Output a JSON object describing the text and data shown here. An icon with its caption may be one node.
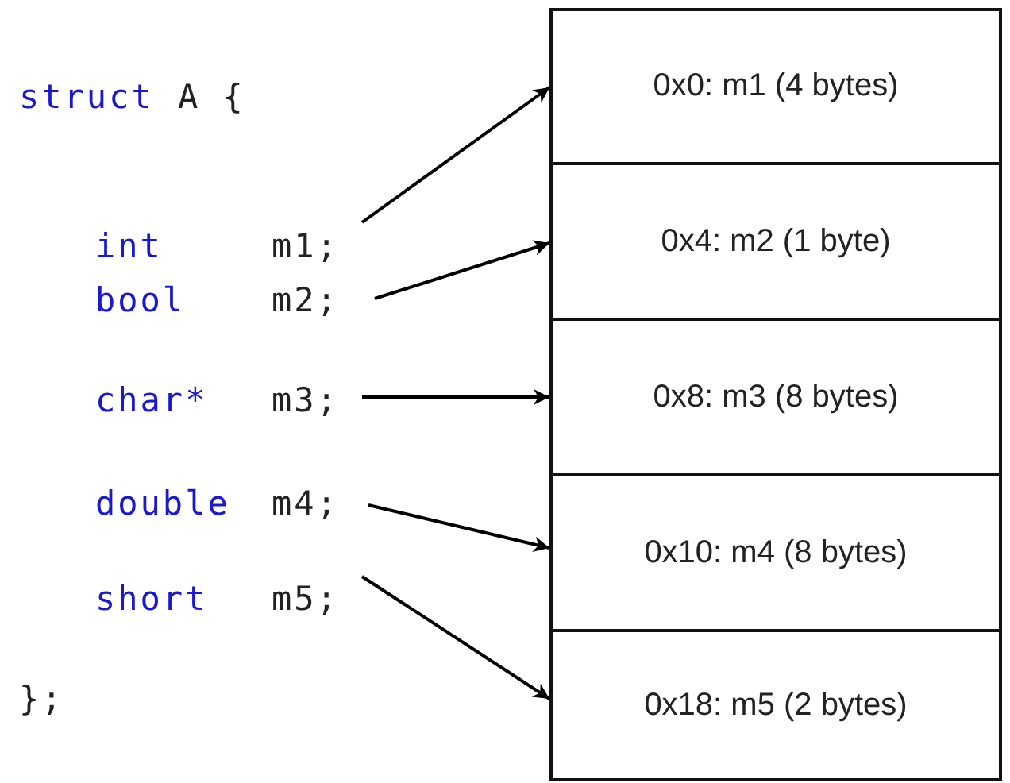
{
  "diagram": {
    "nodes": [
      {
        "text": [
          "int",
          "m1;"
        ]
      },
      {
        "text": [
          "bool",
          "m2;"
        ]
      },
      {
        "text": [
          "char*",
          "m3;"
        ]
      },
      {
        "text": [
          "double",
          "m4;"
        ]
      },
      {
        "text": [
          "short",
          "m5;"
        ]
      },
      {
        "text": [
          "0x0: m1 (4 bytes)"
        ]
      },
      {
        "text": [
          "0x4: m2 (1 byte)"
        ]
      },
      {
        "text": [
          "0x8: m3 (8 bytes)"
        ]
      },
      {
        "text": [
          "0x10: m4 (8 bytes)"
        ]
      },
      {
        "text": [
          "0x18: m5 (2 bytes)"
        ]
      }
    ],
    "edges": [
      {
        "from": 0,
        "to": 5,
        "arrow": "to"
      },
      {
        "from": 1,
        "to": 6,
        "arrow": "to"
      },
      {
        "from": 2,
        "to": 7,
        "arrow": "to"
      },
      {
        "from": 3,
        "to": 8,
        "arrow": "to"
      },
      {
        "from": 4,
        "to": 9,
        "arrow": "to"
      }
    ],
    "labels": [
      "struct",
      "A {",
      "};"
    ]
  }
}
